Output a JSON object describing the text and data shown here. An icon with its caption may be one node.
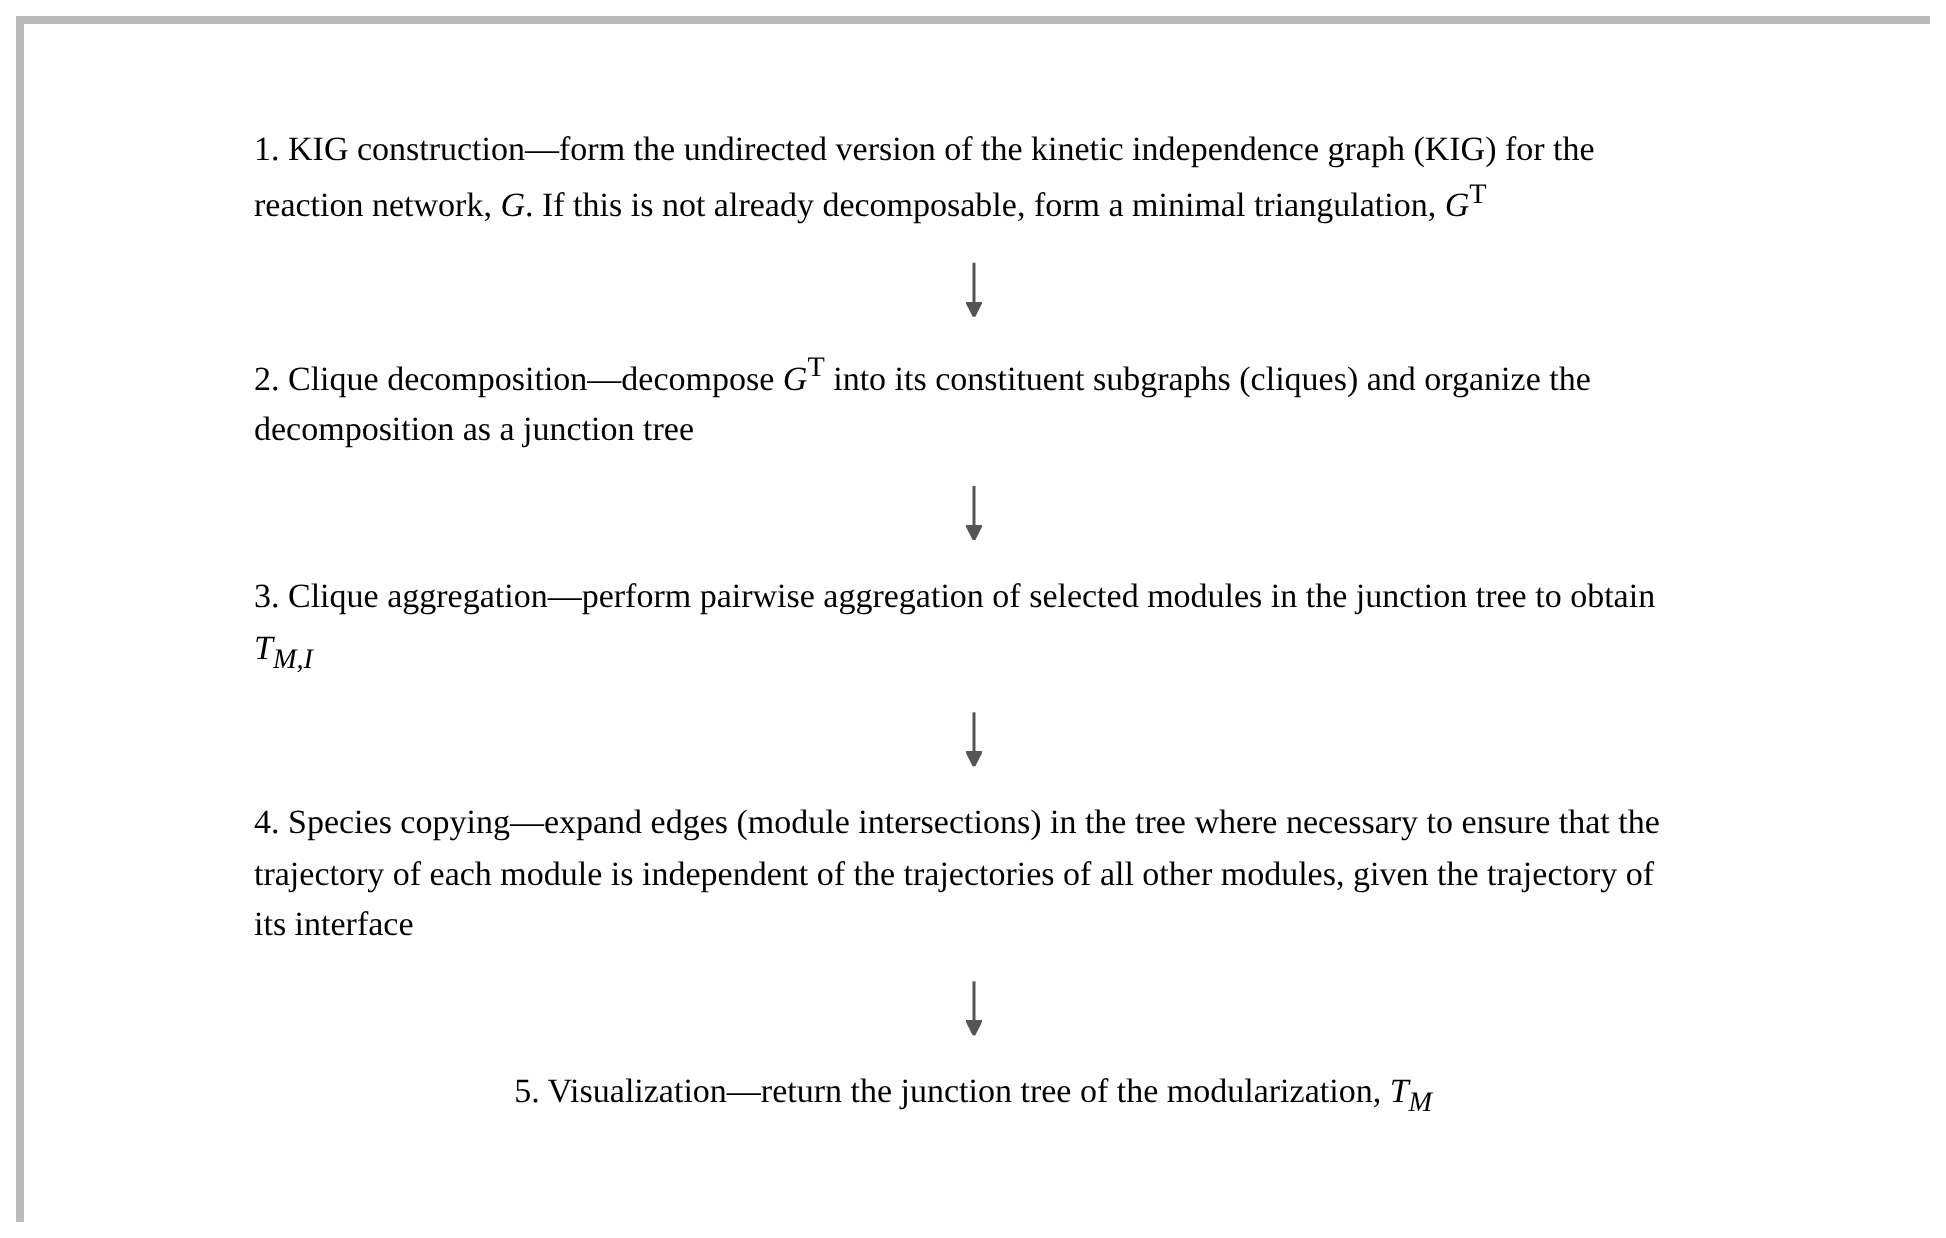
{
  "diagram": {
    "nodes": [
      {
        "text": [
          "1. KIG construction—form the undirected version of the kinetic independence graph (KIG) for the reaction network, *G*. If this is not already decomposable, form a minimal triangulation, *G*$^{T}$"
        ]
      },
      {
        "text": [
          "2. Clique decomposition—decompose *G*$^{T}$ into its constituent subgraphs (cliques) and organize the decomposition as a junction tree"
        ]
      },
      {
        "text": [
          "3. Clique aggregation—perform pairwise aggregation of selected modules in the junction tree to obtain *T*$_{M,I}$"
        ]
      },
      {
        "text": [
          "4. Species copying—expand edges (module intersections) in the tree where necessary to ensure that the trajectory of each module is independent of the trajectories of all other modules, given the trajectory of its interface"
        ]
      },
      {
        "text": [
          "5. Visualization—return the junction tree of the modularization, *T*$_{M}$"
        ]
      }
    ],
    "edges": [
      {
        "from": 0,
        "to": 1,
        "arrow": "to"
      },
      {
        "from": 1,
        "to": 2,
        "arrow": "to"
      },
      {
        "from": 2,
        "to": 3,
        "arrow": "to"
      },
      {
        "from": 3,
        "to": 4,
        "arrow": "to"
      }
    ]
  }
}
